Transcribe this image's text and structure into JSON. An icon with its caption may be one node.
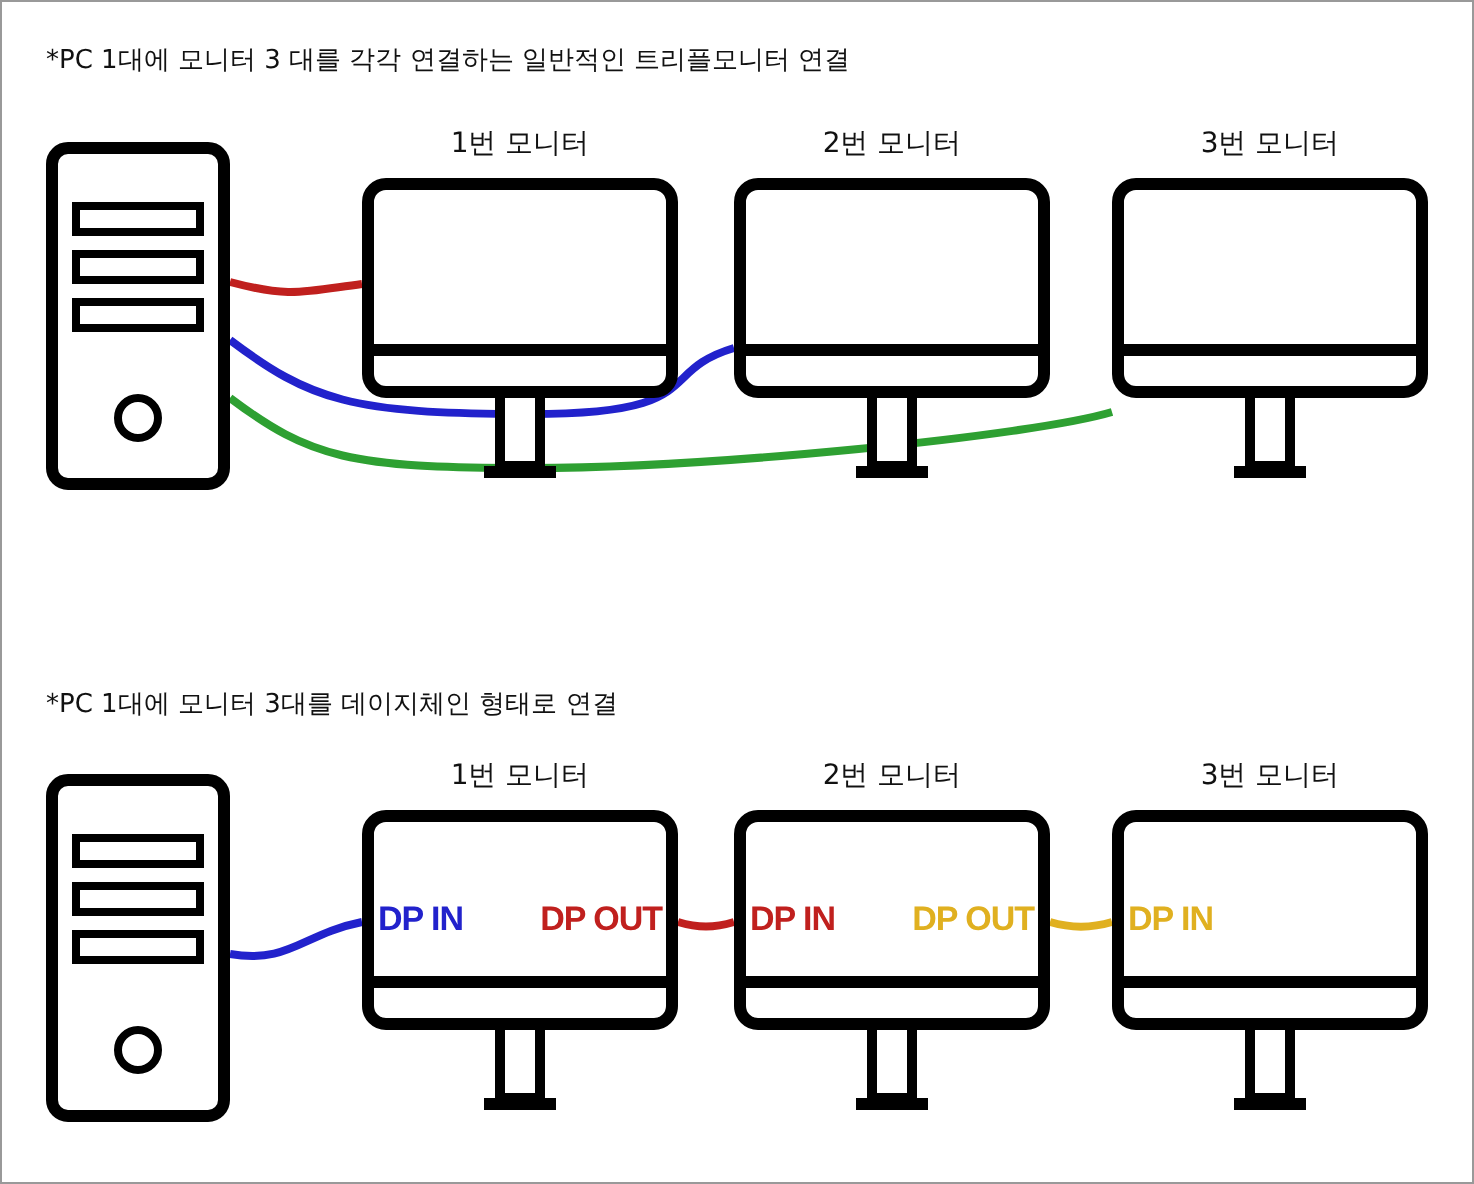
{
  "diagram": {
    "nodes": [
      {
        "text": [],
        "shape": "picture"
      },
      {
        "text": [
          "1번 모니터"
        ]
      },
      {
        "text": [
          "2번 모니터"
        ]
      },
      {
        "text": [
          "3번 모니터"
        ]
      },
      {
        "text": [],
        "shape": "picture"
      },
      {
        "text": [
          "1번 모니터",
          "DP IN",
          "DP OUT"
        ]
      },
      {
        "text": [
          "2번 모니터",
          "DP IN",
          "DP OUT"
        ]
      },
      {
        "text": [
          "3번 모니터",
          "DP IN"
        ]
      }
    ],
    "edges": [
      {
        "from": 0,
        "to": 1,
        "arrow": "none",
        "color": "#c0201e"
      },
      {
        "from": 0,
        "to": 2,
        "arrow": "none",
        "color": "#2222cc"
      },
      {
        "from": 0,
        "to": 3,
        "arrow": "none",
        "color": "#2ea032"
      },
      {
        "from": 4,
        "to": 5,
        "arrow": "none",
        "color": "#2222cc"
      },
      {
        "from": 5,
        "to": 6,
        "arrow": "none",
        "color": "#c0201e"
      },
      {
        "from": 6,
        "to": 7,
        "arrow": "none",
        "color": "#e0b020"
      }
    ],
    "labels": [
      "*PC 1대에 모니터  3 대를 각각 연결하는 일반적인 트리플모니터 연결",
      "*PC 1대에 모니터 3대를 데이지체인 형태로 연결"
    ]
  }
}
